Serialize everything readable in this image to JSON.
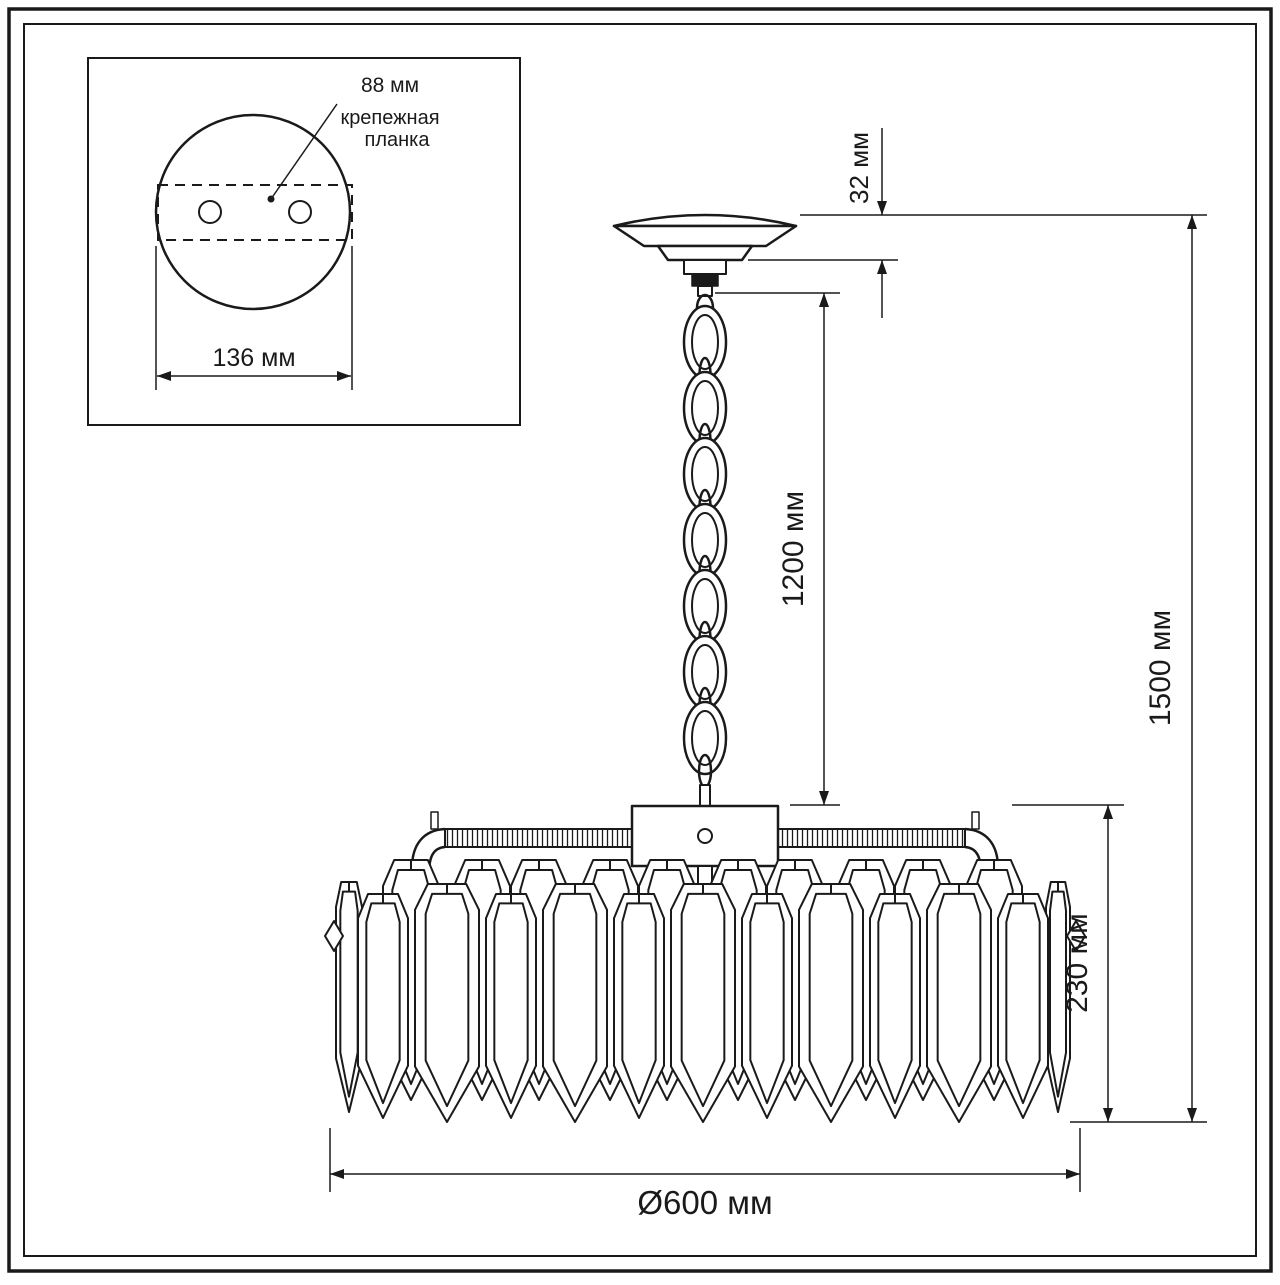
{
  "diagram": {
    "type": "technical-dimension-drawing",
    "subject": "crystal chandelier front view with ceiling mount detail",
    "stroke_color": "#1a1a1a",
    "inset": {
      "dim_hole_spacing": "88 мм",
      "plate_label_line1": "крепежная",
      "plate_label_line2": "планка",
      "dim_plate_width": "136 мм"
    },
    "dimensions": {
      "canopy_height": "32 мм",
      "suspension_length": "1200 мм",
      "total_height": "1500 мм",
      "body_height": "230 мм",
      "diameter": "Ø600 мм"
    }
  }
}
